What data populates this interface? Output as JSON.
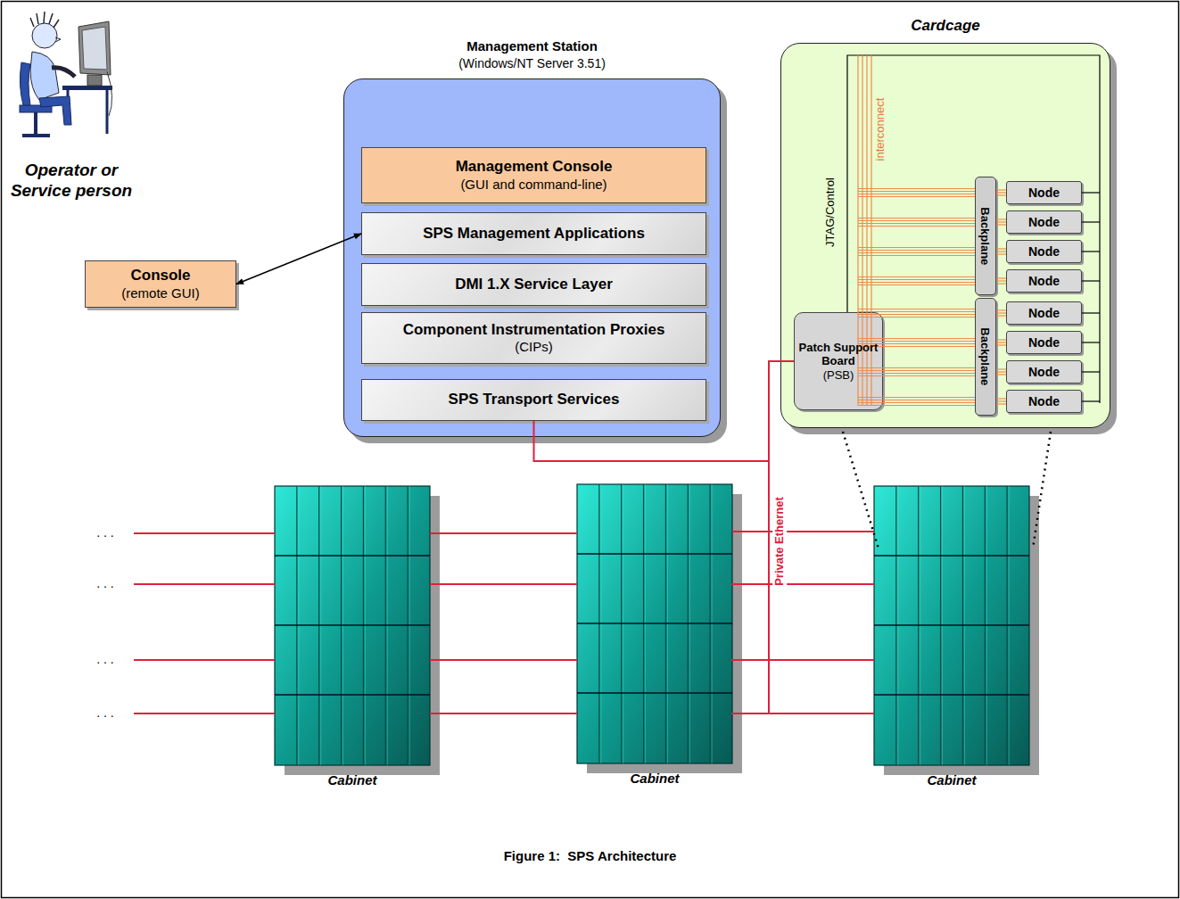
{
  "diagram": {
    "caption": "Figure 1:  SPS Architecture",
    "nodes": [
      {
        "text": [
          "Management Station",
          "(Windows/NT Server 3.51)"
        ]
      },
      {
        "text": [
          "Management Console",
          "(GUI and command-line)"
        ],
        "in": 0
      },
      {
        "text": [
          "SPS Management Applications"
        ],
        "in": 0
      },
      {
        "text": [
          "DMI 1.X Service Layer"
        ],
        "in": 0
      },
      {
        "text": [
          "Component Instrumentation Proxies",
          "(CIPs)"
        ],
        "in": 0
      },
      {
        "text": [
          "SPS Transport Services"
        ],
        "in": 0
      },
      {
        "text": [
          "Cardcage"
        ]
      },
      {
        "text": [
          "Patch Support Board",
          "(PSB)"
        ],
        "in": 6
      },
      {
        "text": [
          "Backplane"
        ],
        "in": 6
      },
      {
        "text": [
          "Backplane"
        ],
        "in": 6
      },
      {
        "text": [
          "Node"
        ],
        "in": 6
      },
      {
        "text": [
          "Node"
        ],
        "in": 6
      },
      {
        "text": [
          "Node"
        ],
        "in": 6
      },
      {
        "text": [
          "Node"
        ],
        "in": 6
      },
      {
        "text": [
          "Node"
        ],
        "in": 6
      },
      {
        "text": [
          "Node"
        ],
        "in": 6
      },
      {
        "text": [
          "Node"
        ],
        "in": 6
      },
      {
        "text": [
          "Node"
        ],
        "in": 6
      },
      {
        "text": [
          "Console",
          "(remote GUI)"
        ]
      },
      {
        "text": [
          "Cabinet"
        ]
      },
      {
        "text": [
          "Cabinet"
        ]
      },
      {
        "text": [
          "Cabinet"
        ]
      }
    ],
    "edges": [
      {
        "from": 18,
        "to": 2,
        "arrow": "both"
      },
      {
        "from": 5,
        "to": 7,
        "arrow": "none"
      },
      {
        "from": 19,
        "to": 20,
        "arrow": "none"
      },
      {
        "from": 20,
        "to": 21,
        "arrow": "none"
      },
      {
        "from": 8,
        "to": 10,
        "arrow": "none"
      },
      {
        "from": 8,
        "to": 11,
        "arrow": "none"
      },
      {
        "from": 8,
        "to": 12,
        "arrow": "none"
      },
      {
        "from": 8,
        "to": 13,
        "arrow": "none"
      },
      {
        "from": 9,
        "to": 14,
        "arrow": "none"
      },
      {
        "from": 9,
        "to": 15,
        "arrow": "none"
      },
      {
        "from": 9,
        "to": 16,
        "arrow": "none"
      },
      {
        "from": 9,
        "to": 17,
        "arrow": "none"
      }
    ],
    "labels": [
      "Operator or Service person",
      "JTAG/Control",
      "interconnect",
      "Private Ethernet",
      ". . .",
      ". . .",
      ". . .",
      ". . ."
    ]
  }
}
